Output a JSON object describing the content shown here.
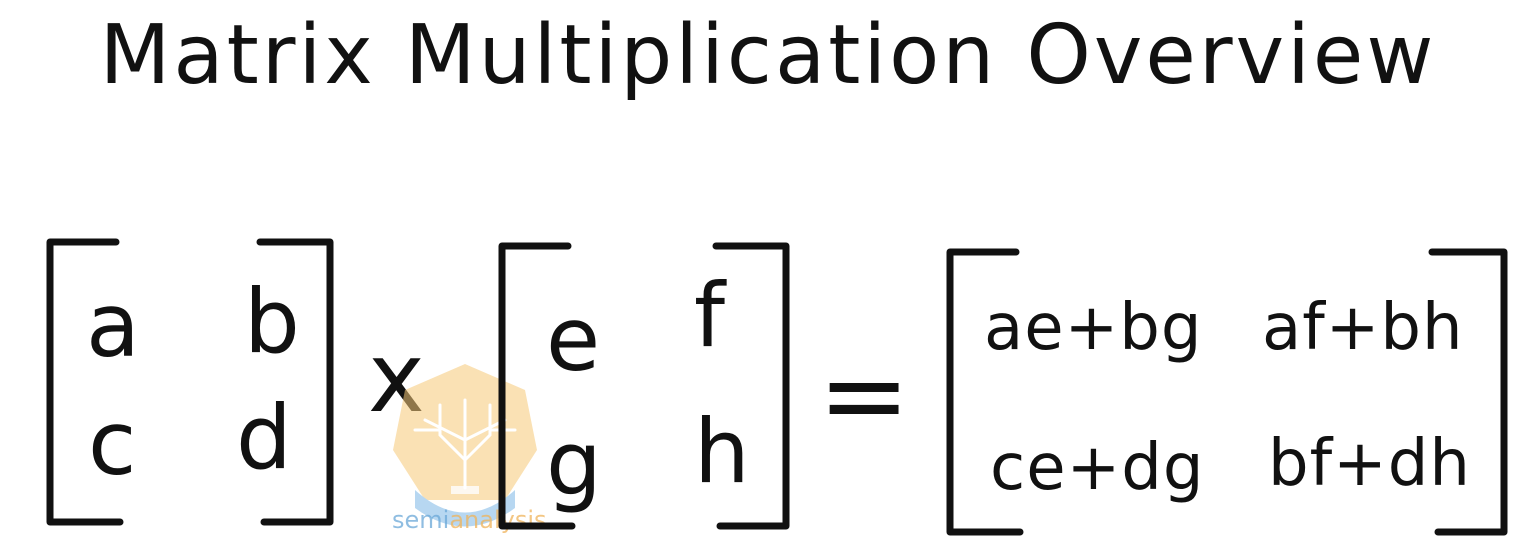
{
  "title": "Matrix Multiplication Overview",
  "matrix_a": {
    "cells": [
      "a",
      "b",
      "c",
      "d"
    ]
  },
  "operator_multiply": "x",
  "matrix_b": {
    "cells": [
      "e",
      "f",
      "g",
      "h"
    ]
  },
  "operator_equals": "=",
  "matrix_result": {
    "cells": [
      "ae+bg",
      "af+bh",
      "ce+dg",
      "bf+dh"
    ]
  },
  "watermark": {
    "text_main": "semi",
    "text_accent": "analysis"
  },
  "colors": {
    "ink": "#111111",
    "watermark_orange": "#f6c978",
    "watermark_blue": "#7db8e6"
  }
}
